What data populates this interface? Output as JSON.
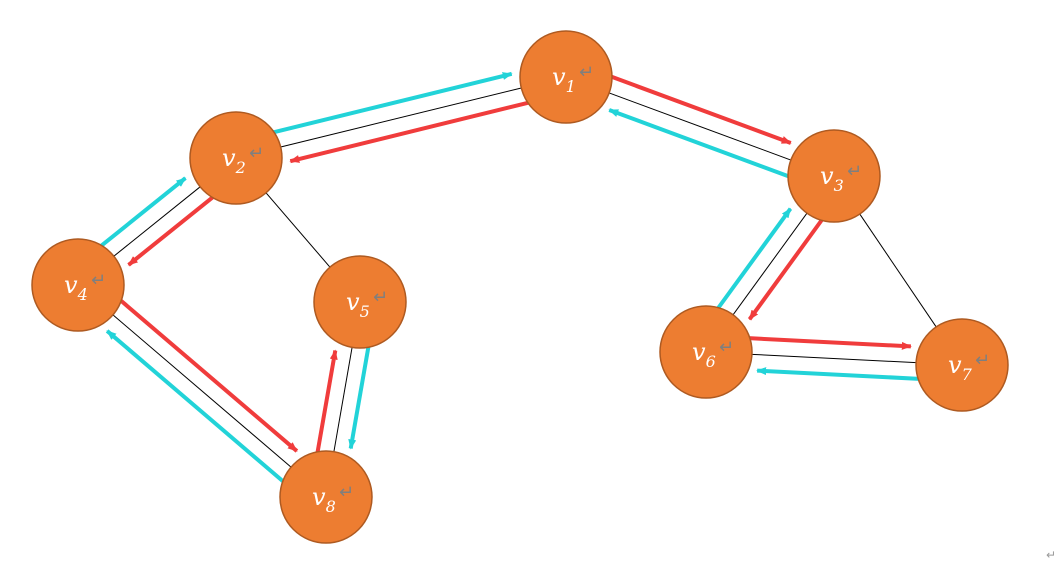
{
  "diagram": {
    "colors": {
      "node_fill": "#ED7D31",
      "node_stroke": "#AE5A21",
      "edge": "#000000",
      "forward_arrow": "#F03C3C",
      "back_arrow": "#22D3D8"
    },
    "nodes": [
      {
        "id": "v1",
        "base": "v",
        "sub": "1",
        "mark": "↵"
      },
      {
        "id": "v2",
        "base": "v",
        "sub": "2",
        "mark": "↵"
      },
      {
        "id": "v3",
        "base": "v",
        "sub": "3",
        "mark": "↵"
      },
      {
        "id": "v4",
        "base": "v",
        "sub": "4",
        "mark": "↵"
      },
      {
        "id": "v5",
        "base": "v",
        "sub": "5",
        "mark": "↵"
      },
      {
        "id": "v6",
        "base": "v",
        "sub": "6",
        "mark": "↵"
      },
      {
        "id": "v7",
        "base": "v",
        "sub": "7",
        "mark": "↵"
      },
      {
        "id": "v8",
        "base": "v",
        "sub": "8",
        "mark": "↵"
      }
    ],
    "edges": [
      [
        "v1",
        "v2"
      ],
      [
        "v1",
        "v3"
      ],
      [
        "v2",
        "v4"
      ],
      [
        "v2",
        "v5"
      ],
      [
        "v4",
        "v8"
      ],
      [
        "v5",
        "v8"
      ],
      [
        "v3",
        "v6"
      ],
      [
        "v3",
        "v7"
      ],
      [
        "v6",
        "v7"
      ]
    ],
    "forward_arrows": [
      [
        "v1",
        "v2"
      ],
      [
        "v1",
        "v3"
      ],
      [
        "v2",
        "v4"
      ],
      [
        "v4",
        "v8"
      ],
      [
        "v8",
        "v5"
      ],
      [
        "v3",
        "v6"
      ],
      [
        "v6",
        "v7"
      ]
    ],
    "back_arrows": [
      [
        "v2",
        "v1"
      ],
      [
        "v3",
        "v1"
      ],
      [
        "v4",
        "v2"
      ],
      [
        "v8",
        "v4"
      ],
      [
        "v5",
        "v8"
      ],
      [
        "v6",
        "v3"
      ],
      [
        "v7",
        "v6"
      ]
    ],
    "corner_mark": "↵"
  }
}
